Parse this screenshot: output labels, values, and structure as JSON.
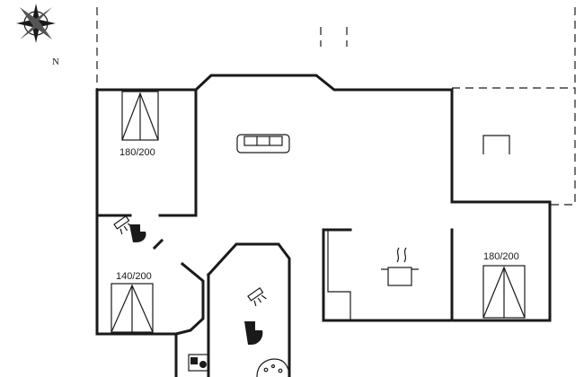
{
  "compass": {
    "north_label": "N",
    "icon": "compass-rose-icon"
  },
  "rooms": {
    "bedroom_1": {
      "bed_label": "180/200"
    },
    "bedroom_2": {
      "bed_label": "140/200"
    },
    "bedroom_3": {
      "bed_label": "180/200"
    }
  },
  "icons": {
    "sofa": "sofa-icon",
    "cooking_pot": "cooking-pot-icon",
    "shower": "shower-icon",
    "toilet": "toilet-icon",
    "washing_machine": "washing-machine-icon",
    "spa": "spa-bath-icon"
  }
}
